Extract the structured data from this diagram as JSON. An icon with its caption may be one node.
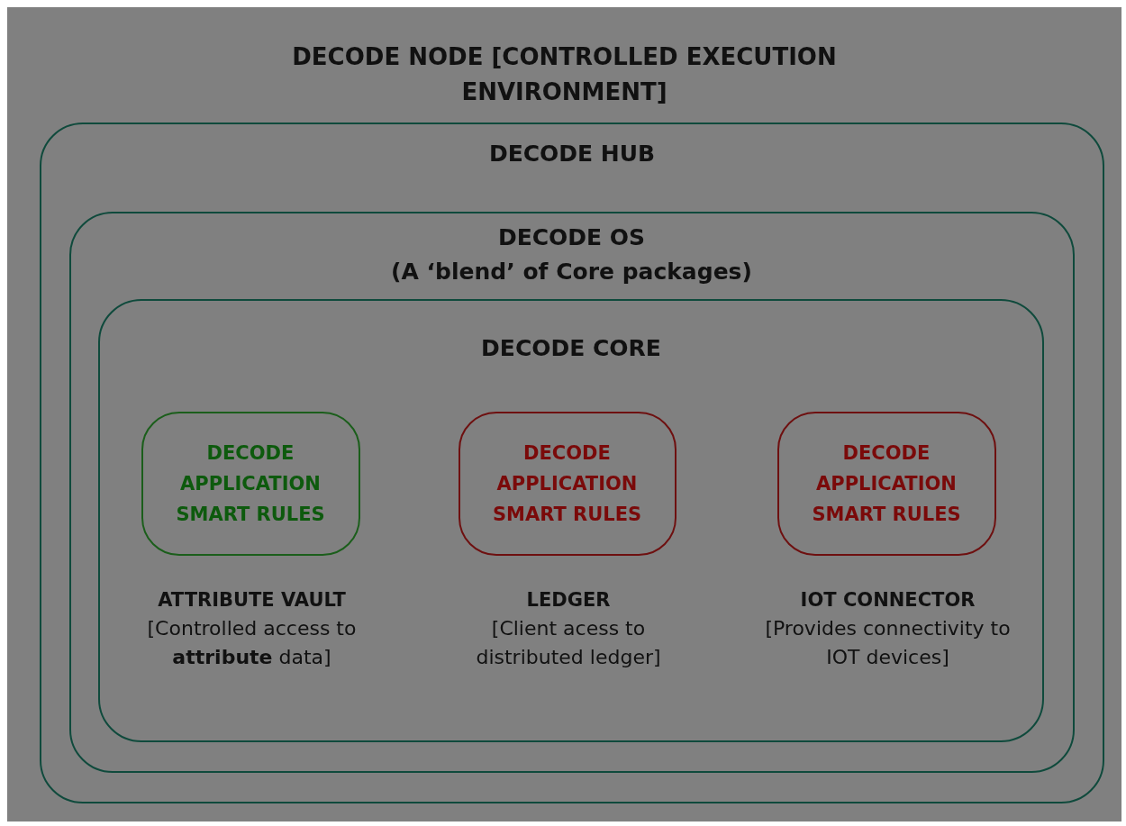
{
  "diagram": {
    "title": "DECODE NODE [CONTROLLED EXECUTION ENVIRONMENT]",
    "nodes": [
      {
        "text": [
          "DECODE HUB"
        ]
      },
      {
        "text": [
          "DECODE OS",
          "(A ‘blend’ of Core packages)"
        ],
        "in": 0
      },
      {
        "text": [
          "DECODE CORE"
        ],
        "in": 1
      },
      {
        "text": [
          "DECODE APPLICATION SMART RULES"
        ],
        "in": 2,
        "beside": [
          "ATTRIBUTE VAULT",
          "[Controlled access to **attribute** data]"
        ]
      },
      {
        "text": [
          "DECODE APPLICATION SMART RULES"
        ],
        "in": 2,
        "beside": [
          "LEDGER",
          "[Client acess to distributed ledger]"
        ]
      },
      {
        "text": [
          "DECODE APPLICATION SMART RULES"
        ],
        "in": 2,
        "beside": [
          "IOT CONNECTOR",
          "[Provides connectivity to IOT devices]"
        ]
      }
    ]
  }
}
